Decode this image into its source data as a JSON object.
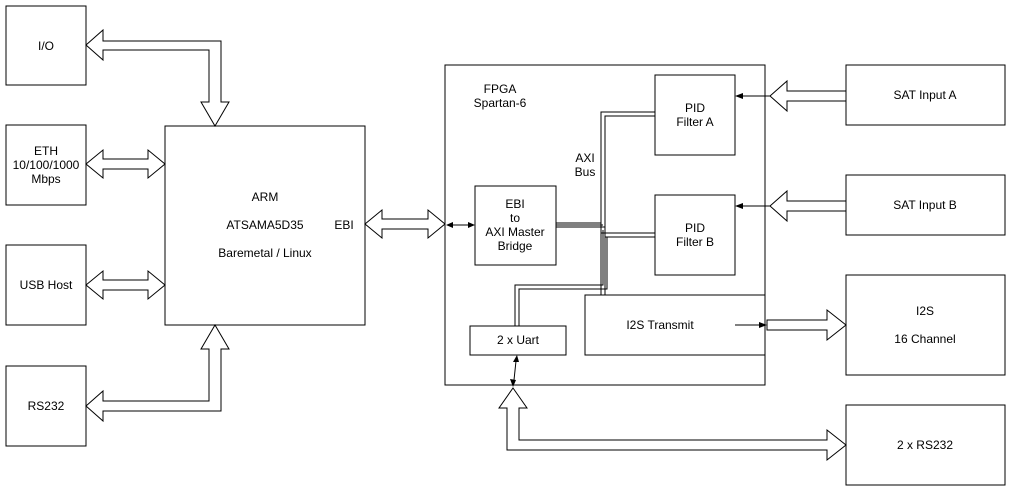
{
  "blocks": {
    "io": "I/O",
    "eth_1": "ETH",
    "eth_2": "10/100/1000",
    "eth_3": "Mbps",
    "usb": "USB Host",
    "rs232": "RS232",
    "arm_1": "ARM",
    "arm_2": "ATSAMA5D35",
    "arm_3": "Baremetal / Linux",
    "arm_ebi": "EBI",
    "fpga_1": "FPGA",
    "fpga_2": "Spartan-6",
    "axi_1": "AXI",
    "axi_2": "Bus",
    "ebi_1": "EBI",
    "ebi_2": "to",
    "ebi_3": "AXI Master",
    "ebi_4": "Bridge",
    "pida_1": "PID",
    "pida_2": "Filter A",
    "pidb_1": "PID",
    "pidb_2": "Filter B",
    "i2s_tx": "I2S Transmit",
    "uart": "2 x Uart",
    "sat_a": "SAT Input A",
    "sat_b": "SAT Input B",
    "i2s_1": "I2S",
    "i2s_2": "16 Channel",
    "rs232x2": "2 x RS232"
  }
}
